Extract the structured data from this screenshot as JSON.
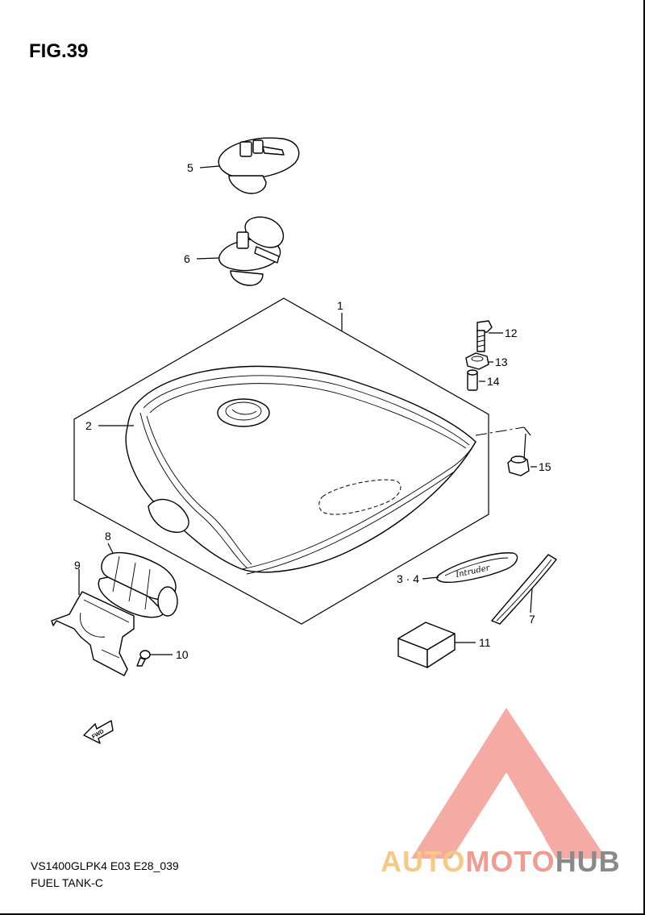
{
  "figure": {
    "title": "FIG.39",
    "model_code": "VS1400GLPK4 E03 E28_039",
    "section_name": "FUEL TANK-C"
  },
  "callouts": [
    {
      "id": "1",
      "label": "1"
    },
    {
      "id": "2",
      "label": "2"
    },
    {
      "id": "3-4",
      "label": "3 · 4"
    },
    {
      "id": "5",
      "label": "5"
    },
    {
      "id": "6",
      "label": "6"
    },
    {
      "id": "7",
      "label": "7"
    },
    {
      "id": "8",
      "label": "8"
    },
    {
      "id": "9",
      "label": "9"
    },
    {
      "id": "10",
      "label": "10"
    },
    {
      "id": "11",
      "label": "11"
    },
    {
      "id": "12",
      "label": "12"
    },
    {
      "id": "13",
      "label": "13"
    },
    {
      "id": "14",
      "label": "14"
    },
    {
      "id": "15",
      "label": "15"
    }
  ],
  "emblem_text": "Intruder",
  "fwd_arrow_text": "FWD",
  "watermark": {
    "part1": "AUTO",
    "part2": "MOTO",
    "part3": "HUB",
    "colors": {
      "auto": "#f6c987",
      "moto": "#f29b91",
      "hub": "#8a8a8a",
      "logo": "#f5a39b"
    }
  }
}
